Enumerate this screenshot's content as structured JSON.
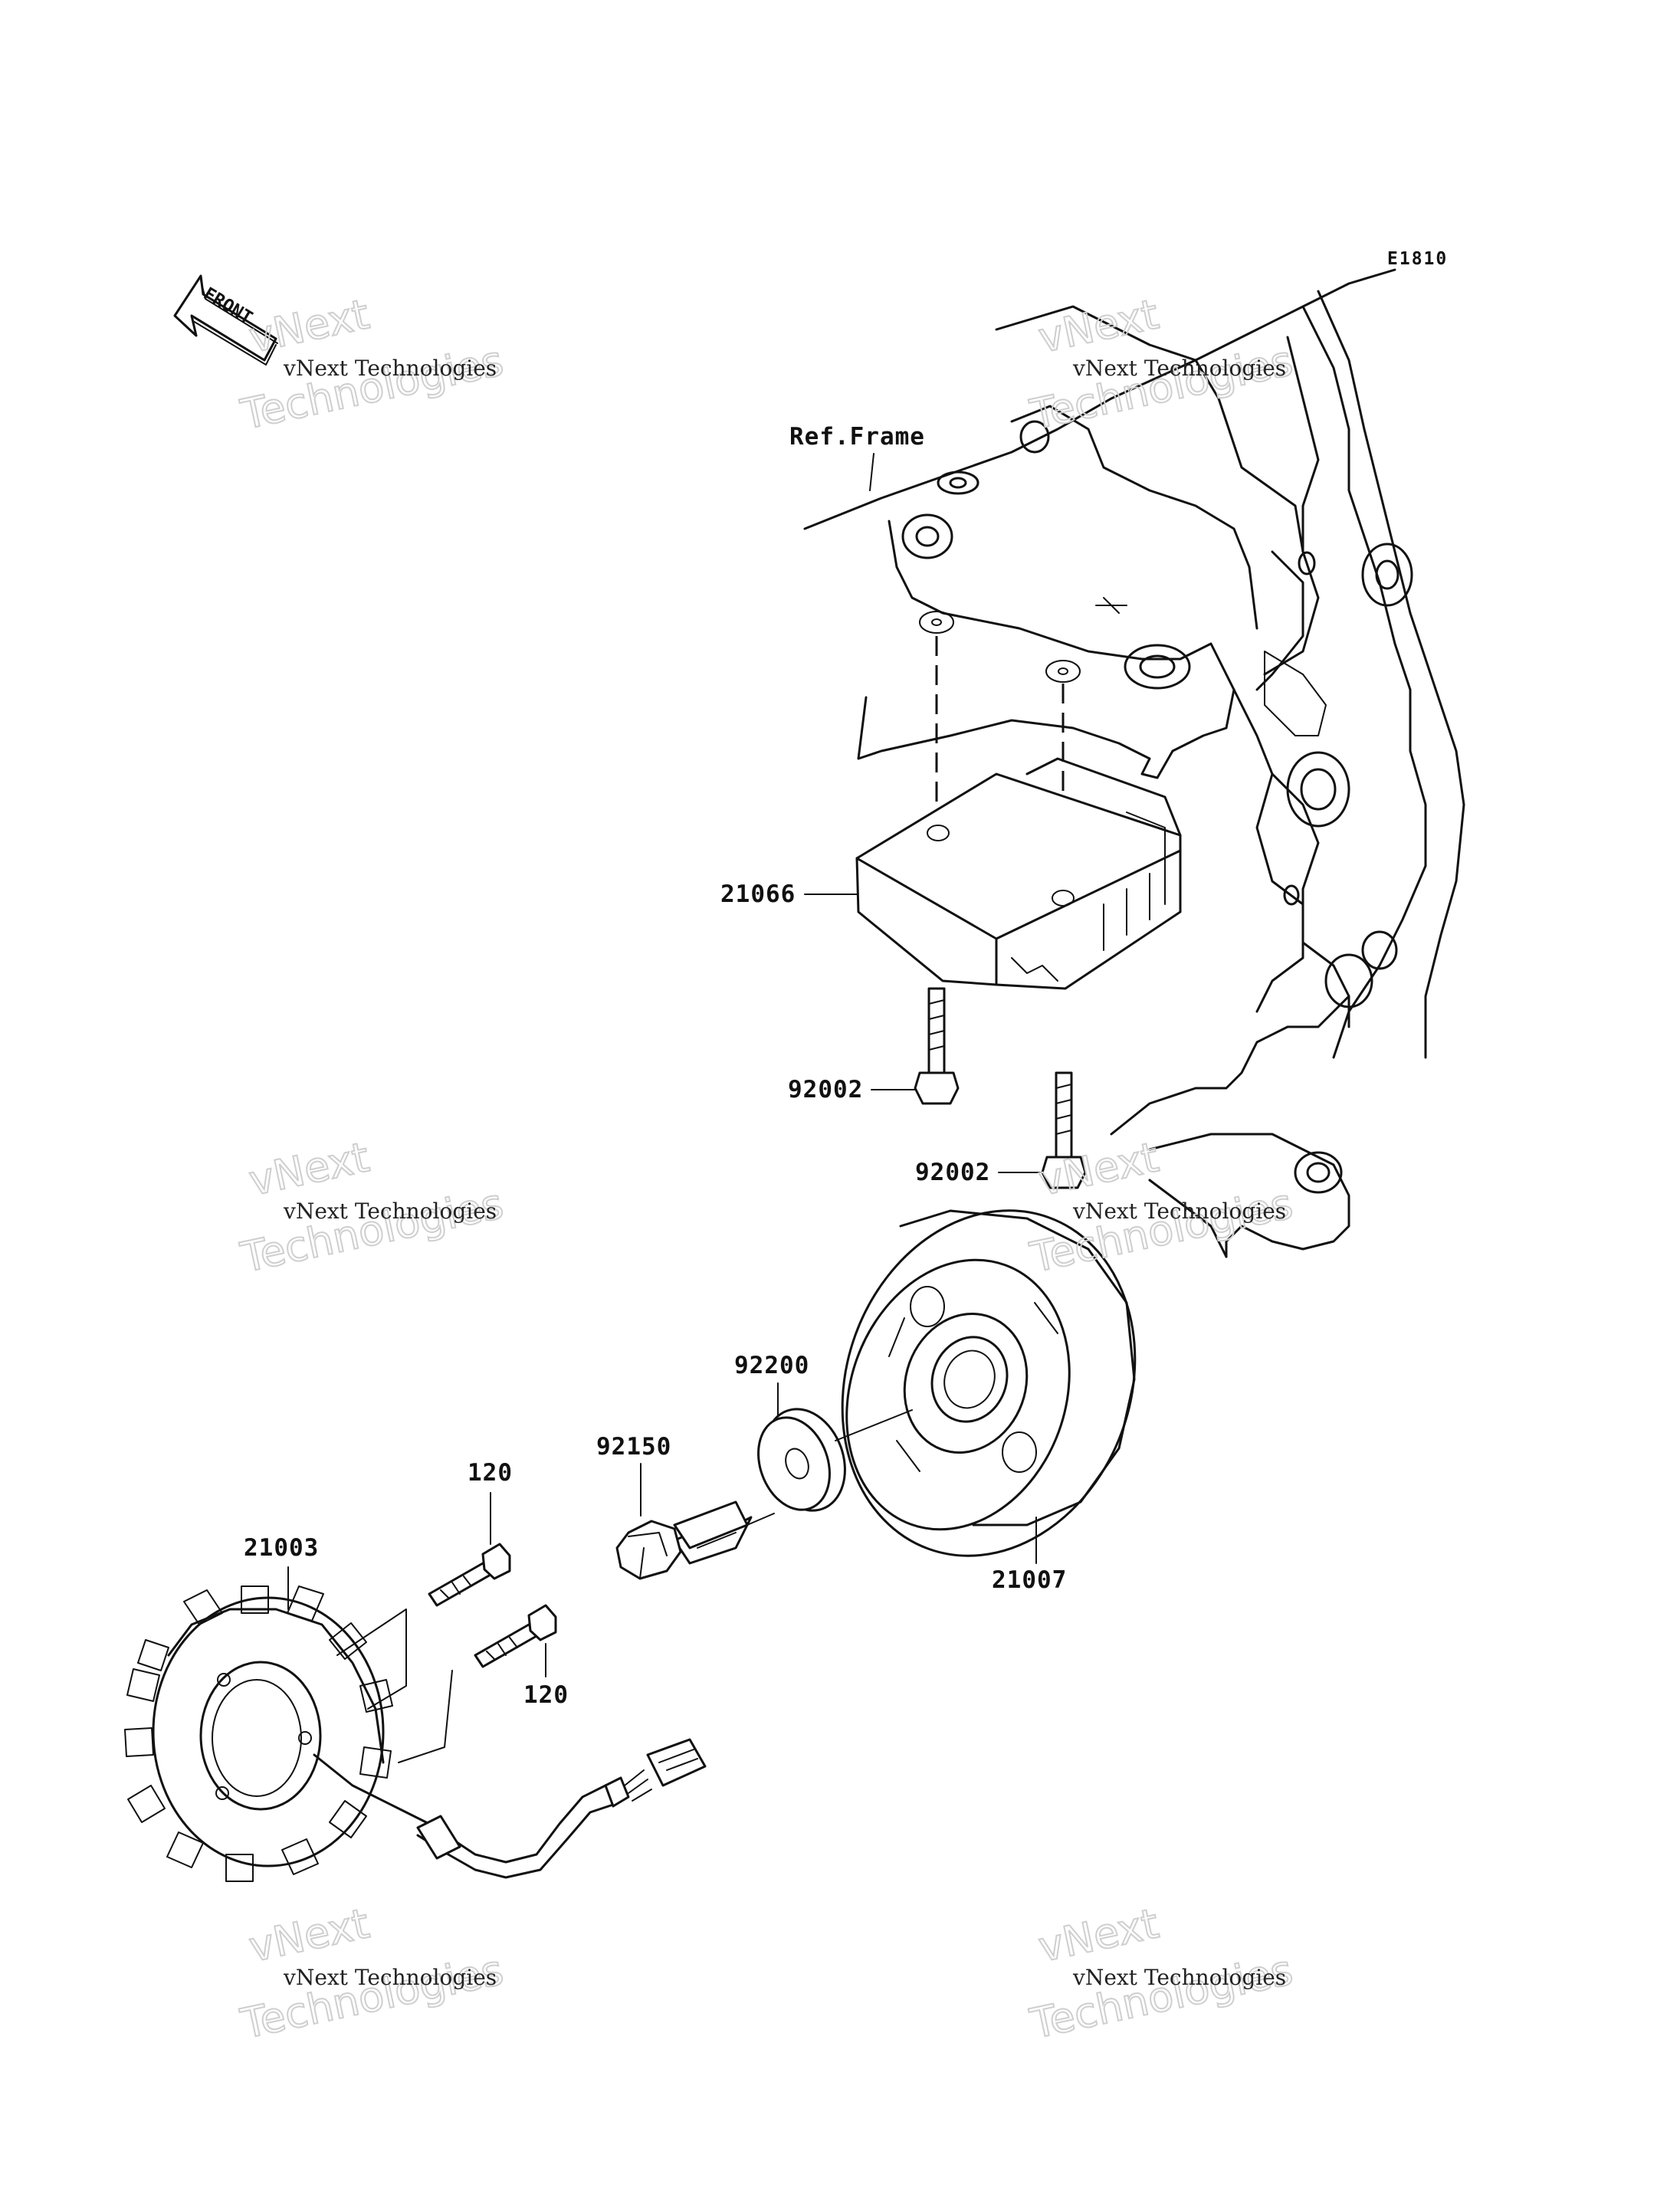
{
  "diagram_code": "E1810",
  "front_indicator": "FRONT",
  "frame_label": "Ref.Frame",
  "callouts": {
    "regulator": "21066",
    "bolt_upper": "92002",
    "bolt_lower": "92002",
    "washer": "92200",
    "flange_bolt": "92150",
    "rotor": "21007",
    "stator": "21003",
    "screw_upper": "120",
    "screw_lower": "120"
  },
  "watermarks": [
    {
      "line1": "vNext Technologies",
      "line2": "vNext",
      "line3": "Technologies"
    },
    {
      "line1": "vNext Technologies",
      "line2": "vNext",
      "line3": "Technologies"
    },
    {
      "line1": "vNext Technologies",
      "line2": "vNext",
      "line3": "Technologies"
    },
    {
      "line1": "vNext Technologies",
      "line2": "vNext",
      "line3": "Technologies"
    },
    {
      "line1": "vNext Technologies",
      "line2": "vNext",
      "line3": "Technologies"
    },
    {
      "line1": "vNext Technologies",
      "line2": "vNext",
      "line3": "Technologies"
    }
  ]
}
